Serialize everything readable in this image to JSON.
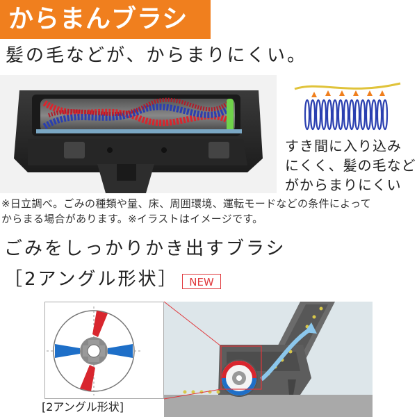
{
  "header": {
    "title": "からまんブラシ"
  },
  "intro": {
    "subtitle": "髪の毛などが、からまりにくい。"
  },
  "side_caption": {
    "lines": [
      "すき間に入り込み",
      "にくく、髪の毛など",
      "がからまりにくい"
    ]
  },
  "footnote": {
    "lines": [
      "※日立調べ。ごみの種類や量、床、周囲環境、運転モードなどの条件によって",
      "からまる場合があります。※イラストはイメージです。"
    ]
  },
  "section2": {
    "heading": "ごみをしっかりかき出すブラシ",
    "subheading": "［2アングル形状］",
    "badge": "NEW"
  },
  "diagram": {
    "caption": "[2アングル形状]"
  },
  "colors": {
    "accent_orange": "#f07f1e",
    "new_red": "#e0383c",
    "brush_red": "#d8262e",
    "brush_blue": "#1e6fc8"
  }
}
